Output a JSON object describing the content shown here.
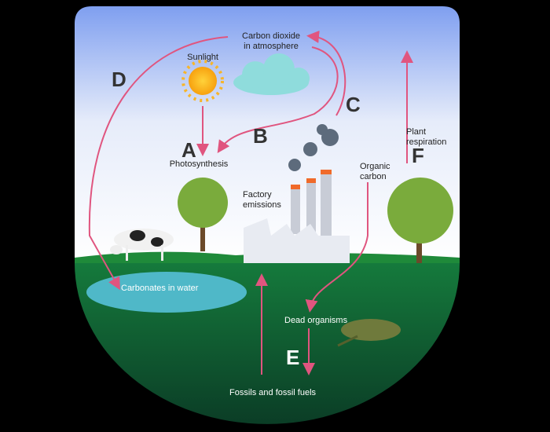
{
  "labels": {
    "co2_line1": "Carbon dioxide",
    "co2_line2": "in atmosphere",
    "sunlight": "Sunlight",
    "photosynthesis": "Photosynthesis",
    "factory_line1": "Factory",
    "factory_line2": "emissions",
    "organic_line1": "Organic",
    "organic_line2": "carbon",
    "plant_line1": "Plant",
    "plant_line2": "respiration",
    "carbonates": "Carbonates in water",
    "dead": "Dead organisms",
    "fossils": "Fossils and fossil fuels"
  },
  "letters": {
    "a": "A",
    "b": "B",
    "c": "C",
    "d": "D",
    "e": "E",
    "f": "F"
  },
  "colors": {
    "arrow": "#e0557f",
    "ground": "#0f5a34",
    "sky_top": "#7f9ff0",
    "water": "#4fb8c8"
  }
}
